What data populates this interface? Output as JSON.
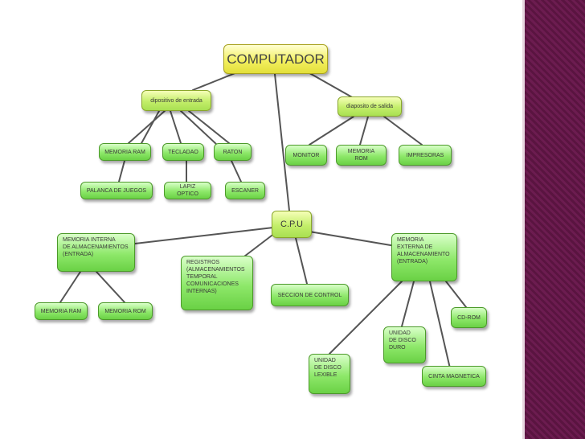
{
  "diagram": {
    "nodes": {
      "computador": "COMPUTADOR",
      "entrada": "dipositivo de entrada",
      "salida": "diaposito de salida",
      "ram1": "MEMORIA RAM",
      "teclado": "TECLADAO",
      "raton": "RATON",
      "palanca": "PALANCA DE JUEGOS",
      "lapiz": "LAPIZ OPTICO",
      "escaner": "ESCANER",
      "monitor": "MONITOR",
      "rom1": "MEMORIA ROM",
      "impresoras": "IMPRESORAS",
      "cpu": "C.P.U",
      "mem_interna": "MEMORIA INTERNA\nDE ALMACENAMIENTOS\n(ENTRADA)",
      "registros": "REGISTROS\n(ALMACENAMIENTOS\nTEMPORAL\nCOMUNICACIONES\nINTERNAS)",
      "control": "SECCION DE CONTROL",
      "mem_externa": "MEMORIA\nEXTERNA DE\nALMACENAMIENTO\n(ENTRADA)",
      "ram2": "MEMORIA RAM",
      "rom2": "MEMORIA ROM",
      "cdrom": "CD-ROM",
      "disco_duro": "UNIDAD\nDE DISCO\nDURO",
      "disco_flex": "UNIDAD\nDE DISCO\nLEXIBLE",
      "cinta": "CINTA MAGNETICA"
    },
    "colors": {
      "root_fill": "#f3f060",
      "mid_fill": "#c3ee6a",
      "leaf_fill": "#8ee86a",
      "connector": "#555555",
      "sidebar": "#5a1440"
    }
  }
}
